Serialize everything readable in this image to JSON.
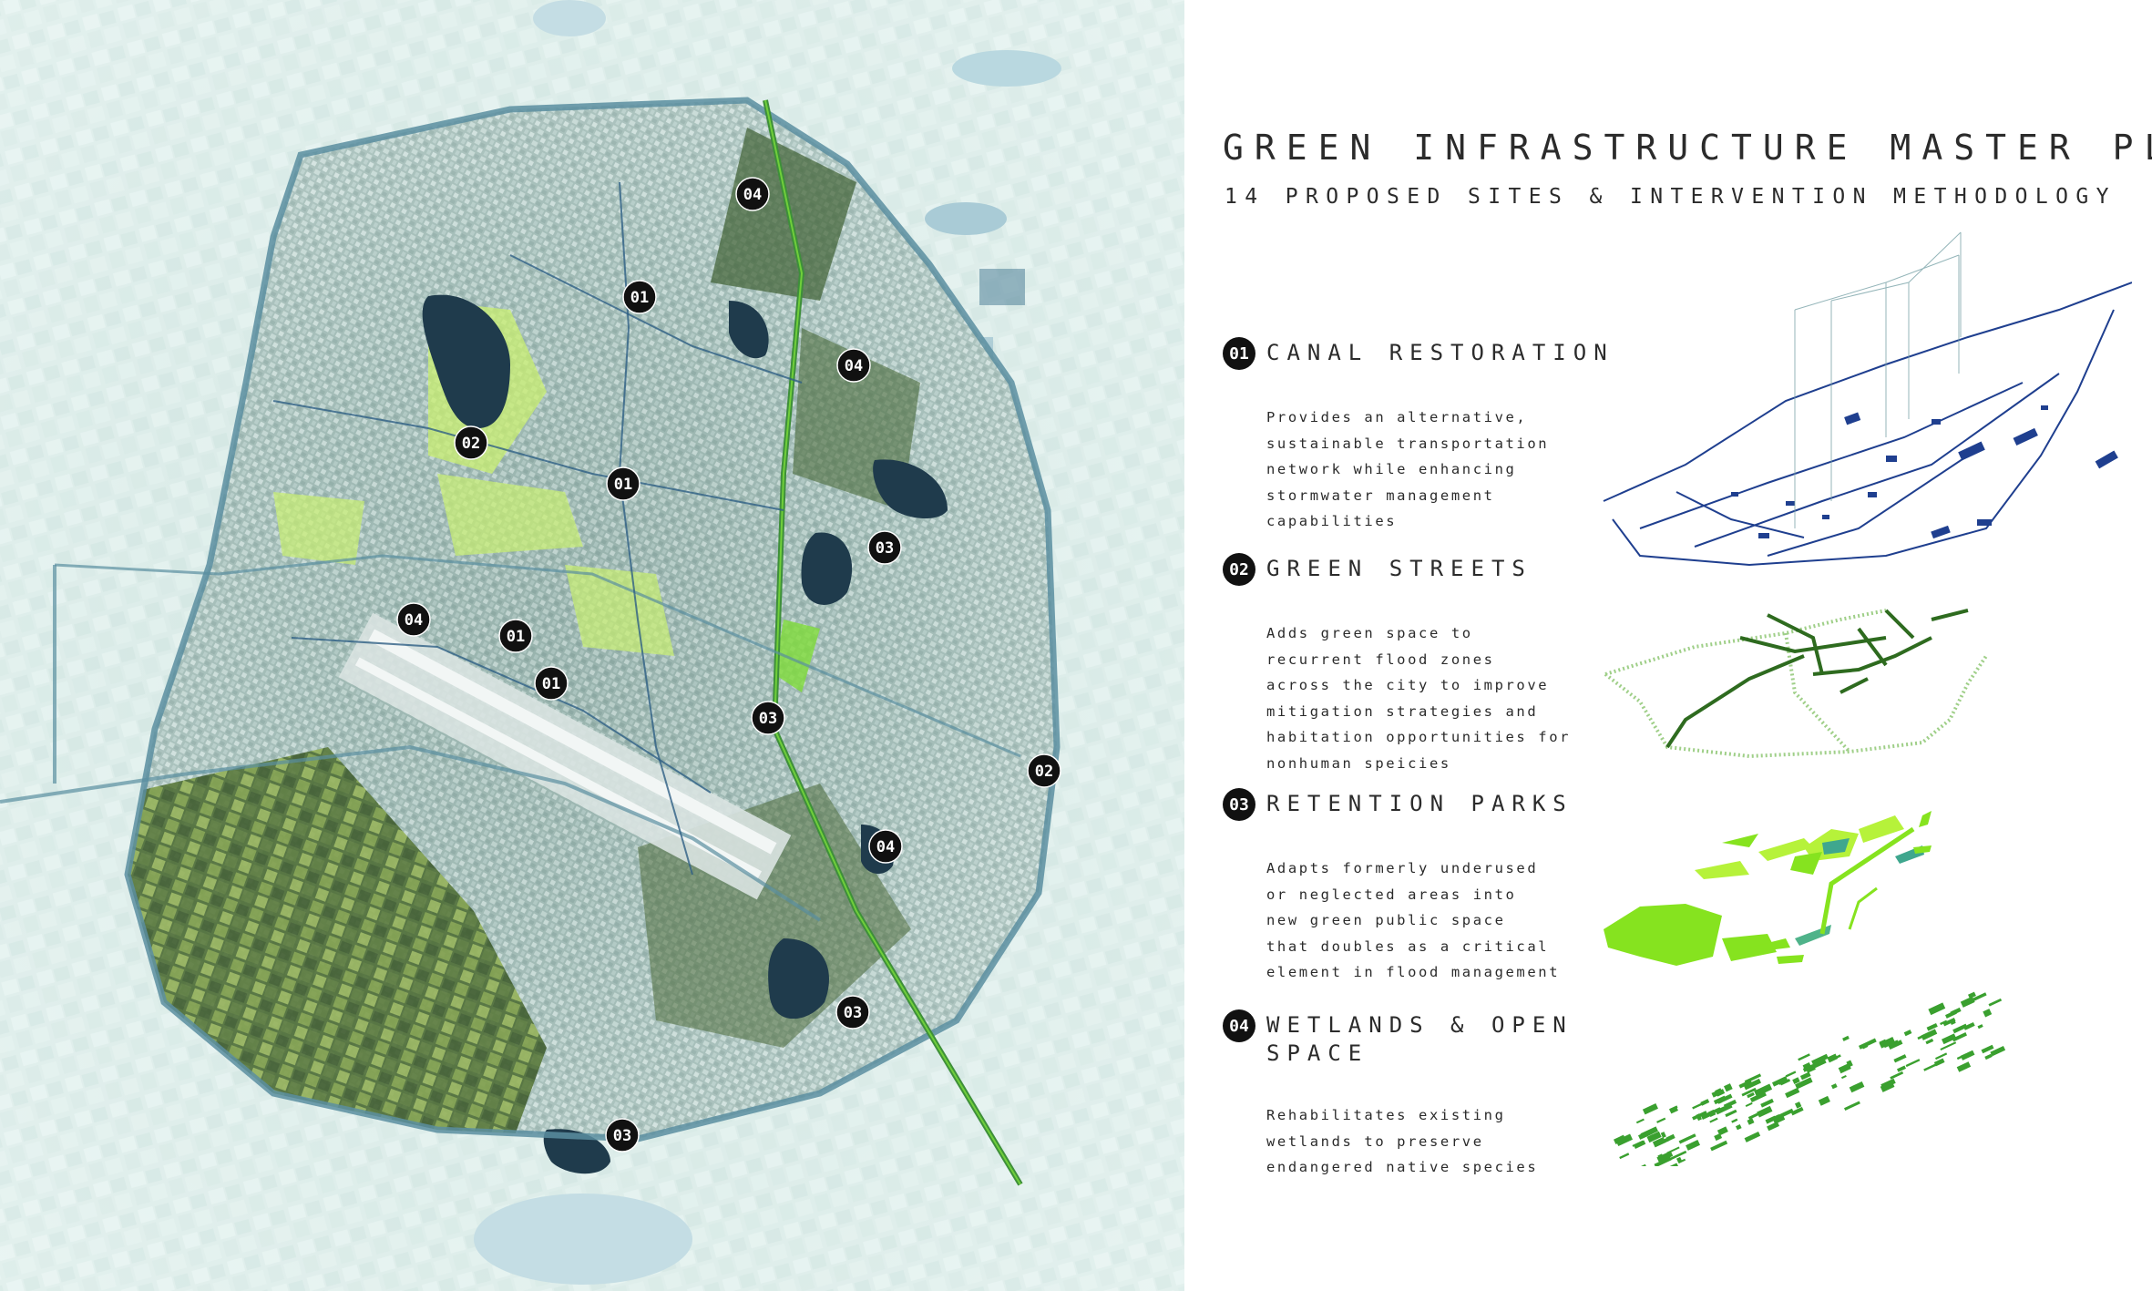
{
  "title": "GREEN INFRASTRUCTURE MASTER PLAN",
  "subtitle": "14 PROPOSED SITES & INTERVENTION METHODOLOGY",
  "categories": [
    {
      "number": "01",
      "title": "CANAL RESTORATION",
      "description": "Provides an alternative,\nsustainable transportation\nnetwork while enhancing\nstormwater management\ncapabilities",
      "color": "#1f3f8f"
    },
    {
      "number": "02",
      "title": "GREEN STREETS",
      "description": "Adds green space to\nrecurrent flood zones\nacross the city to improve\nmitigation strategies and\nhabitation opportunities for\nnonhuman speicies",
      "color": "#2e6b1f"
    },
    {
      "number": "03",
      "title": "RETENTION PARKS",
      "description": "Adapts formerly underused\nor neglected areas into\nnew green public space\nthat doubles as a critical\nelement in flood management",
      "color": "#7ee02c"
    },
    {
      "number": "04",
      "title": "WETLANDS & OPEN SPACE",
      "description": "Rehabilitates existing\nwetlands to preserve\nendangered native species",
      "color": "#2e9e2a"
    }
  ],
  "map": {
    "markers": [
      {
        "label": "04"
      },
      {
        "label": "01"
      },
      {
        "label": "04"
      },
      {
        "label": "02"
      },
      {
        "label": "01"
      },
      {
        "label": "03"
      },
      {
        "label": "04"
      },
      {
        "label": "01"
      },
      {
        "label": "01"
      },
      {
        "label": "03"
      },
      {
        "label": "02"
      },
      {
        "label": "04"
      },
      {
        "label": "03"
      },
      {
        "label": "03"
      }
    ]
  }
}
